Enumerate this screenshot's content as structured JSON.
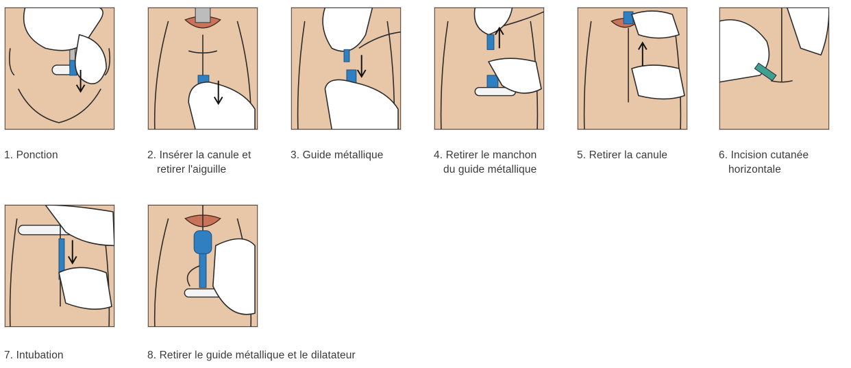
{
  "steps": [
    {
      "n": "1.",
      "line1": "Ponction",
      "line2": ""
    },
    {
      "n": "2.",
      "line1": "Insérer la canule et",
      "line2": "retirer l'aiguille"
    },
    {
      "n": "3.",
      "line1": "Guide métallique",
      "line2": ""
    },
    {
      "n": "4.",
      "line1": "Retirer le manchon",
      "line2": "du guide métallique"
    },
    {
      "n": "5.",
      "line1": "Retirer la canule",
      "line2": ""
    },
    {
      "n": "6.",
      "line1": "Incision cutanée",
      "line2": "horizontale"
    },
    {
      "n": "7.",
      "line1": "Intubation",
      "line2": ""
    },
    {
      "n": "8.",
      "line1": "Retirer le guide métallique et le dilatateur",
      "line2": ""
    }
  ],
  "colors": {
    "frame_bg": "#f2f2f2",
    "skin": "#e8c7a8",
    "device_blue": "#2f7fc1",
    "glove": "#ffffff",
    "text": "#3a3a3a"
  }
}
